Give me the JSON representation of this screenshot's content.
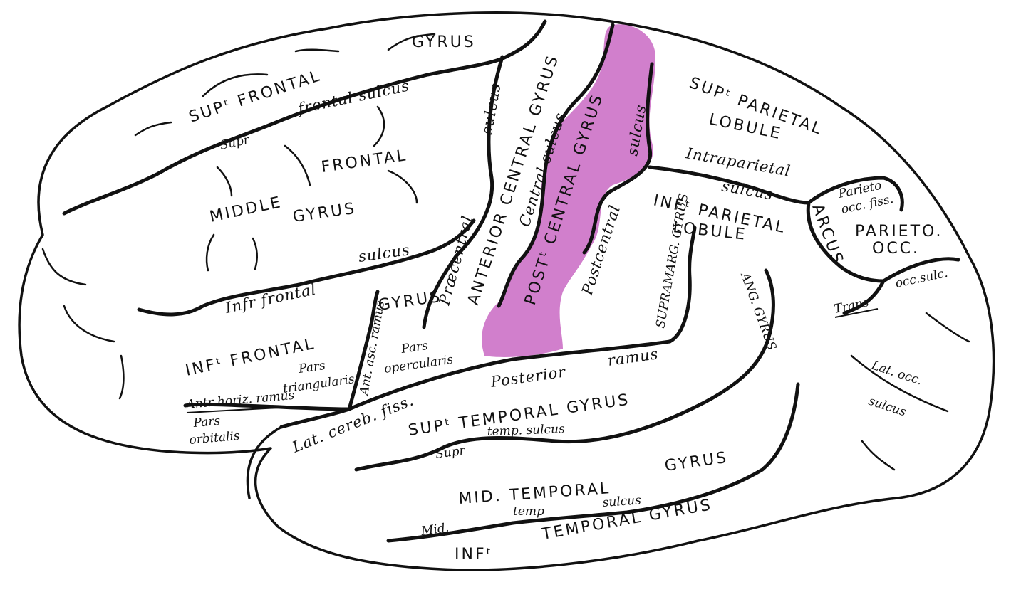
{
  "colors": {
    "highlight": "#d17fcc",
    "ink": "#111111",
    "background": "#ffffff"
  },
  "labels": {
    "gyrus_top": "GYRUS",
    "sup_frontal": "SUPᵗ FRONTAL",
    "frontal_sulcus": "frontal sulcus",
    "supr": "Supr",
    "middle": "MIDDLE",
    "frontal": "FRONTAL",
    "gyrus_middle": "GYRUS",
    "infr_frontal": "Infr frontal",
    "sulcus_inf_frontal": "sulcus",
    "inf_frontal_gyrus": "INFᵗ FRONTAL",
    "gyrus_inf_frontal": "GYRUS",
    "pars_triangularis_1": "Pars",
    "pars_triangularis_2": "triangularis",
    "pars_opercularis_1": "Pars",
    "pars_opercularis_2": "opercularis",
    "ant_asc_ramus": "Ant. asc. ramus",
    "ant_horiz_ramus": "Antr horiz. ramus",
    "pars_orbitalis_1": "Pars",
    "pars_orbitalis_2": "orbitalis",
    "lat_cereb_fiss": "Lat. cereb. fiss.",
    "posterior": "Posterior",
    "ramus": "ramus",
    "sup_temporal_gyrus": "SUPᵗ TEMPORAL GYRUS",
    "supr_temp_sulcus_1": "Supr",
    "supr_temp_sulcus_2": "temp. sulcus",
    "mid_temporal": "MID. TEMPORAL",
    "gyrus_mid_temporal": "GYRUS",
    "mid": "Mid.",
    "temp": "temp",
    "sulcus_mid_temp": "sulcus",
    "inf_temporal": "INFᵗ",
    "temporal_gyrus_inf": "TEMPORAL GYRUS",
    "praecentral_sulcus_1": "Præcentral",
    "praecentral_sulcus_2": "sulcus",
    "anterior_central_gyrus": "ANTERIOR CENTRAL GYRUS",
    "central_sulcus": "Central sulcus",
    "post_central_gyrus": "POSTᵗ CENTRAL GYRUS",
    "postcentral_sulcus_1": "Postcentral",
    "postcentral_sulcus_2": "sulcus",
    "sup_parietal": "SUPᵗ PARIETAL",
    "lobule_sup": "LOBULE",
    "intraparietal": "Intraparietal",
    "sulcus_intraparietal": "sulcus",
    "inf_parietal": "INFᵗ PARIETAL",
    "lobule_inf": "LOBULE",
    "supramarg_gyrus": "SUPRAMARG. GYRUS",
    "ang_gyrus": "ANG. GYRUS",
    "arcus": "ARCUS",
    "parieto_occ_fiss_1": "Parieto",
    "parieto_occ_fiss_2": "occ. fiss.",
    "parieto_occ_1": "PARIETO.",
    "parieto_occ_2": "OCC.",
    "trans": "Trans",
    "occ_sulc": "occ.sulc.",
    "lat_occ_sulcus_1": "Lat. occ.",
    "lat_occ_sulcus_2": "sulcus"
  }
}
